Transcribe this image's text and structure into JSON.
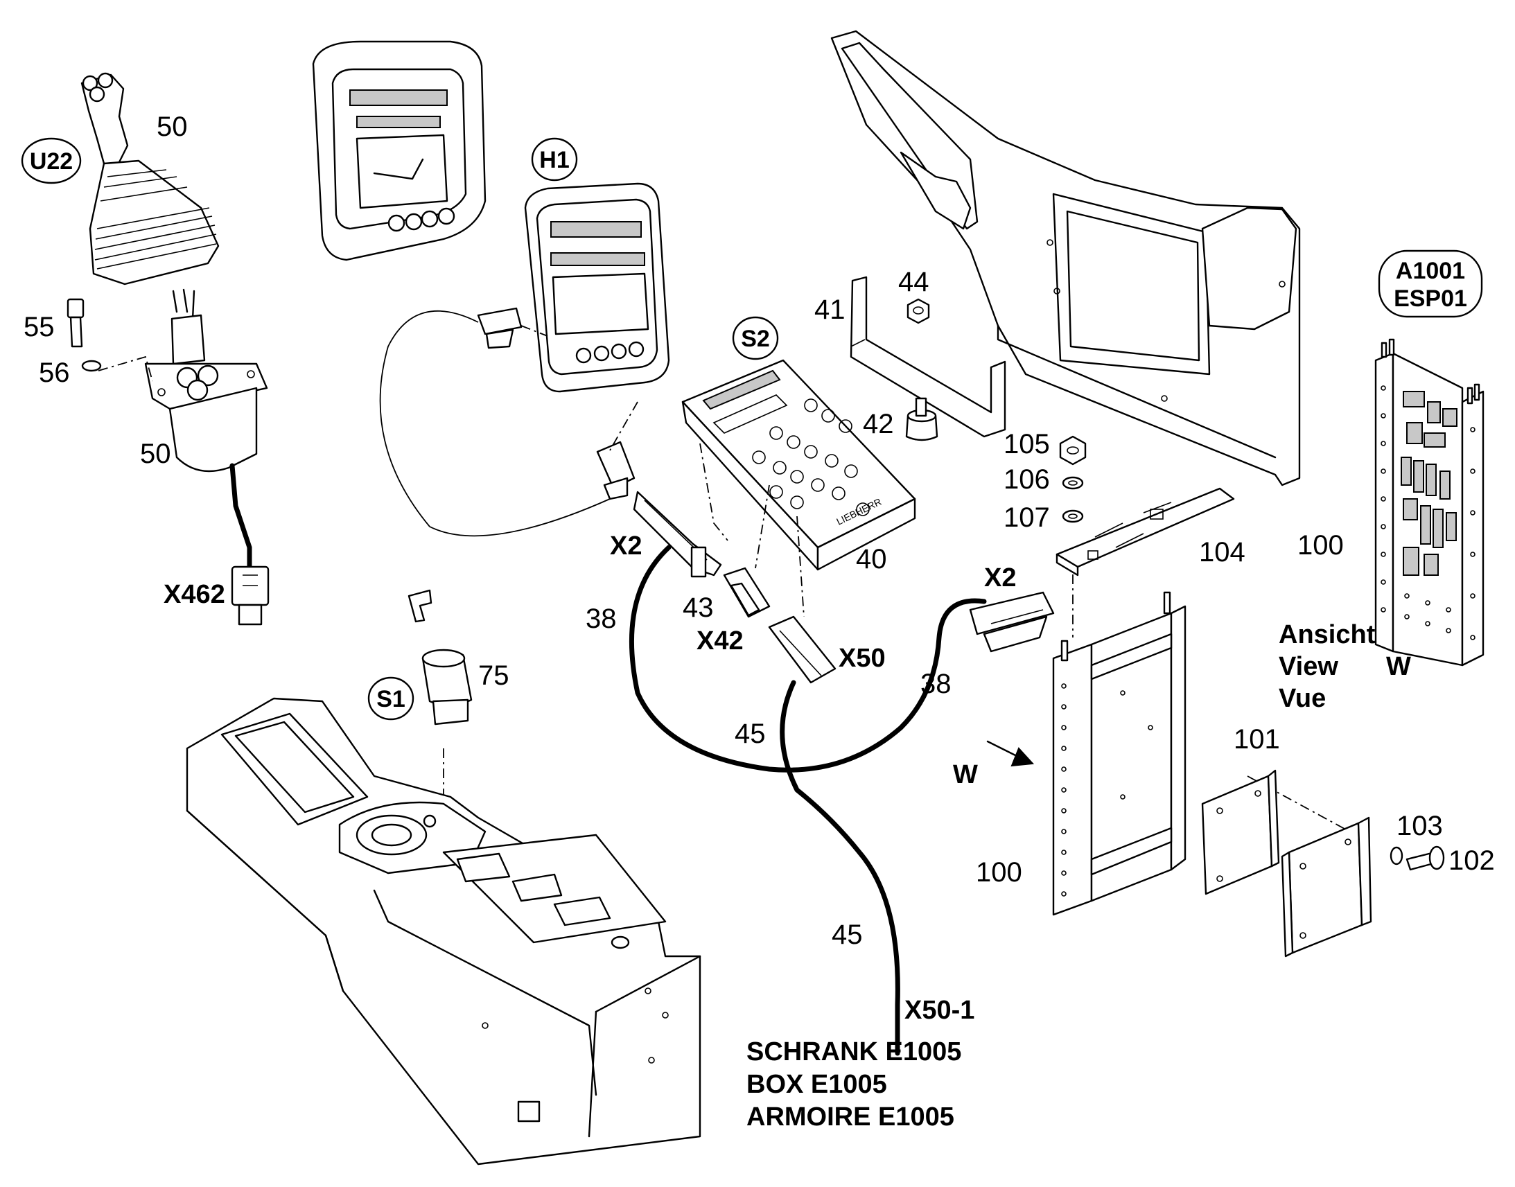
{
  "components": {
    "joystick": {
      "designator": "U22",
      "part_upper": "50",
      "part_lower": "50",
      "screw": "55",
      "washer": "56",
      "connector": "X462"
    },
    "display": {
      "designator": "H1"
    },
    "switch_panel": {
      "designator": "S2",
      "part": "40",
      "brand_text": "LIEBHERR"
    },
    "key_switch": {
      "designator": "S1",
      "part": "75"
    },
    "bracket": {
      "part_bracket": "41",
      "part_nut": "44",
      "part_mount": "42"
    },
    "circuit_board": {
      "part_board": "104",
      "part_nut": "105",
      "part_washer_a": "106",
      "part_washer_b": "107"
    },
    "control_module": {
      "designator_line1": "A1001",
      "designator_line2": "ESP01",
      "part_detail": "100",
      "part_frame": "100",
      "part_plate_a": "101",
      "part_screw": "102",
      "part_washer": "103"
    }
  },
  "connectors": {
    "x2_left": "X2",
    "x2_right": "X2",
    "x42": "X42",
    "x50": "X50",
    "x50_1": "X50-1",
    "part_43": "43"
  },
  "cables": {
    "cable_38_left": "38",
    "cable_38_right": "38",
    "cable_45_upper": "45",
    "cable_45_lower": "45"
  },
  "view_note": {
    "arrow_label": "W",
    "line1": "Ansicht",
    "line2": "View",
    "line2_letter": "W",
    "line3": "Vue"
  },
  "destination": {
    "line1": "SCHRANK E1005",
    "line2": "BOX E1005",
    "line3": "ARMOIRE E1005"
  }
}
